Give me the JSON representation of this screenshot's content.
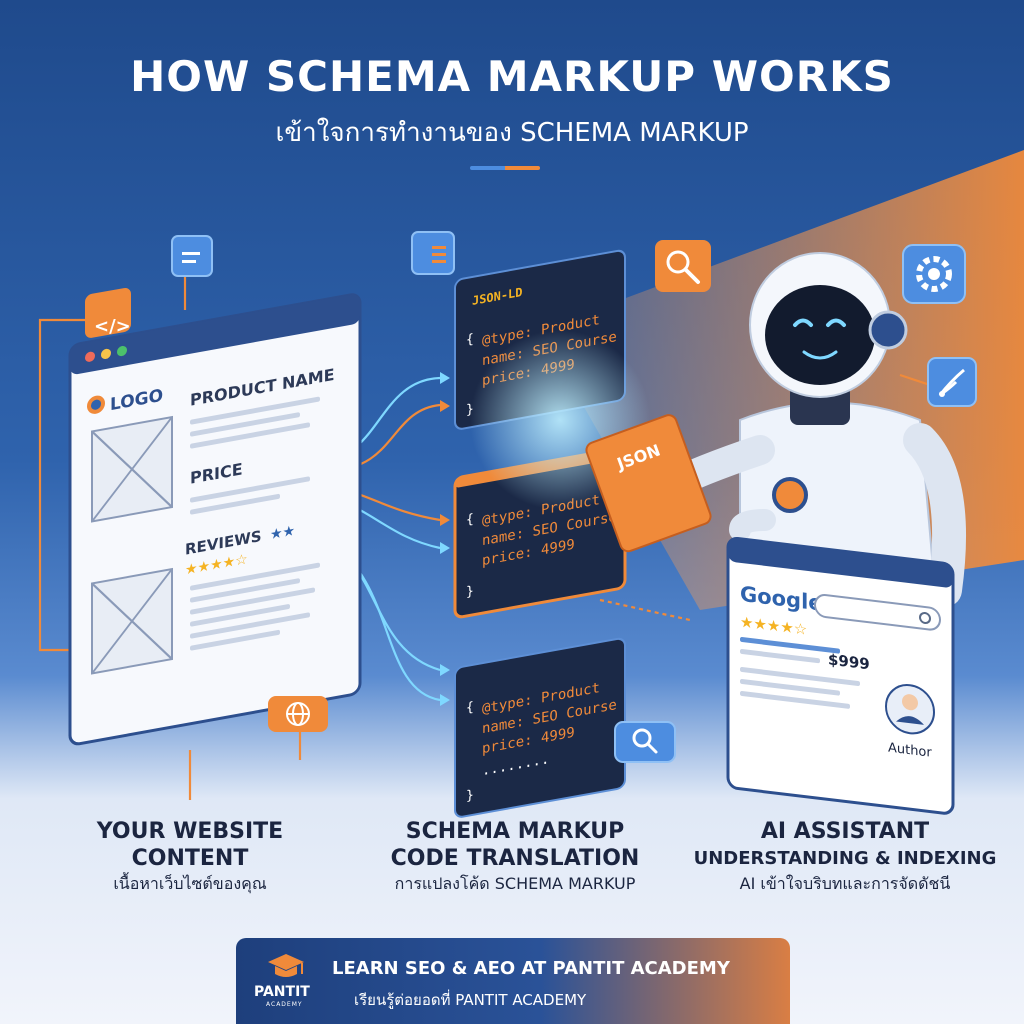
{
  "header": {
    "title": "HOW SCHEMA MARKUP WORKS",
    "subtitle": "เข้าใจการทำงานของ SCHEMA MARKUP"
  },
  "website": {
    "logo_text": "LOGO",
    "product_name": "PRODUCT NAME",
    "price": "PRICE",
    "reviews": "REVIEWS"
  },
  "code_panels": {
    "top_label": "JSON-LD",
    "json_card_label": "JSON",
    "open_brace": "{",
    "close_brace": "}",
    "line_type": "@type: Product",
    "line_name": "name: SEO Course",
    "line_price": "price: 4999",
    "ellipsis": "........"
  },
  "search_result": {
    "brand": "Google",
    "price": "$999",
    "author": "Author"
  },
  "columns": [
    {
      "title_line1": "YOUR WEBSITE",
      "title_line2": "CONTENT",
      "subtitle": "เนื้อหาเว็บไซต์ของคุณ"
    },
    {
      "title_line1": "SCHEMA MARKUP",
      "title_line2": "CODE TRANSLATION",
      "subtitle": "การแปลงโค้ด SCHEMA MARKUP"
    },
    {
      "title_line1": "AI ASSISTANT",
      "title_line2": "UNDERSTANDING & INDEXING",
      "subtitle": "AI เข้าใจบริบทและการจัดดัชนี"
    }
  ],
  "footer": {
    "brand_name": "PANTIT",
    "brand_sub": "ACADEMY",
    "cta": "LEARN SEO & AEO AT PANTIT ACADEMY",
    "cta_sub": "เรียนรู้ต่อยอดที่ PANTIT ACADEMY"
  },
  "icons": [
    "code-icon",
    "document-icon",
    "search-icon",
    "gear-icon",
    "wifi-icon",
    "globe-icon",
    "star-icon",
    "graduation-cap-icon",
    "avatar-icon"
  ],
  "colors": {
    "navy": "#1f4a8c",
    "blue": "#2f63ad",
    "orange": "#f08a3a",
    "code_bg": "#1b2947",
    "cyan": "#7fd8ff",
    "white": "#ffffff",
    "dark_text": "#1b2540"
  }
}
